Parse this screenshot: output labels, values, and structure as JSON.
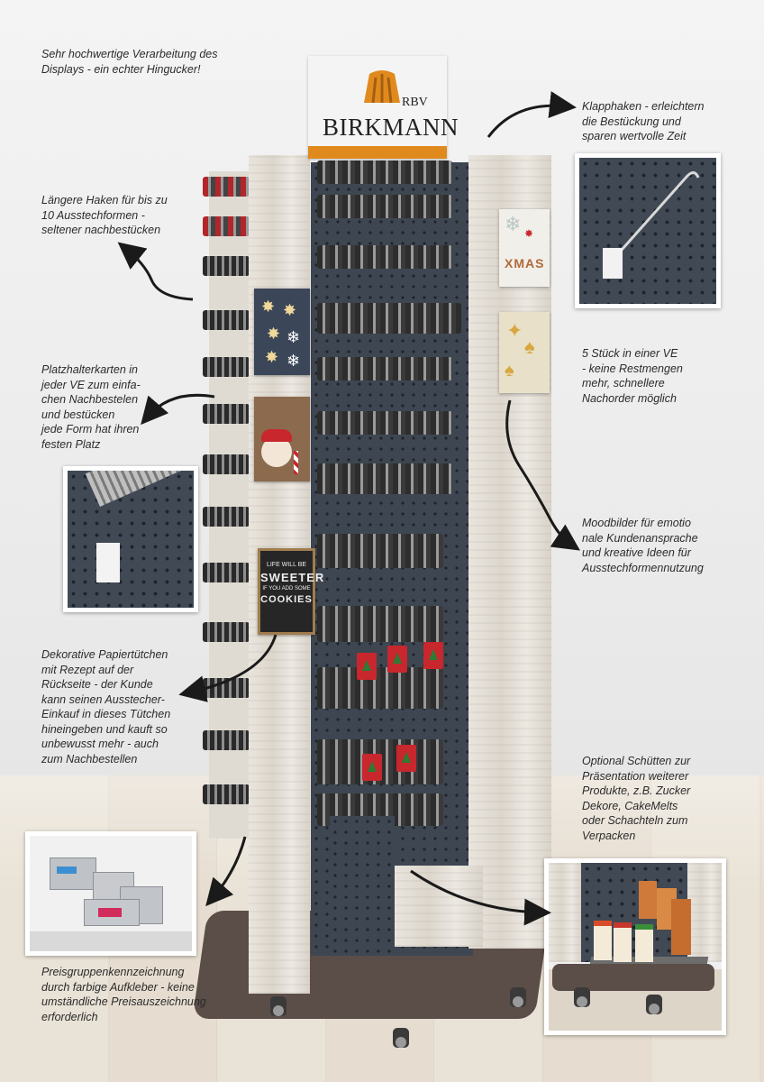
{
  "brand": {
    "name": "BIRKMANN",
    "sub": "RBV",
    "accent_color": "#e08a1e"
  },
  "chalkboard": {
    "line1": "LIFE WILL BE",
    "line2": "SWEETER",
    "line3": "IF YOU ADD SOME",
    "line4": "COOKIES"
  },
  "xmas_card": {
    "text": "XMAS"
  },
  "captions": {
    "quality": "Sehr hochwertige Verarbeitung des\nDisplays - ein echter Hingucker!",
    "hooks_long": "Längere Haken für bis zu\n10 Ausstechformen -\nseltener nachbestücken",
    "placeholder_cards": "Platzhalterkarten in\njeder VE zum einfa-\nchen Nachbestelen\nund  bestücken\njede Form hat ihren\nfesten Platz",
    "paper_bags": "Dekorative Papiertütchen\nmit Rezept auf der\nRückseite - der Kunde\nkann seinen Ausstecher-\nEinkauf in dieses Tütchen\nhineingeben und kauft so\nunbewusst mehr - auch\nzum Nachbestellen",
    "price_groups": "Preisgruppenkennzeichnung\ndurch farbige Aufkleber - keine\numständliche Preisauszeichnung\nerforderlich",
    "flip_hooks": "Klapphaken - erleichtern\ndie Bestückung und\nsparen wertvolle Zeit",
    "five_pieces": "5 Stück in einer VE\n- keine Restmengen\nmehr, schnellere\nNachorder möglich",
    "mood_images": "Moodbilder für emotio\nnale Kundenansprache\nund kreative Ideen für\nAusstechformennutzung",
    "optional_bins": "Optional Schütten zur\nPräsentation weiterer\nProdukte, z.B. Zucker\nDekore, CakeMelts\noder Schachteln zum\nVerpacken"
  }
}
